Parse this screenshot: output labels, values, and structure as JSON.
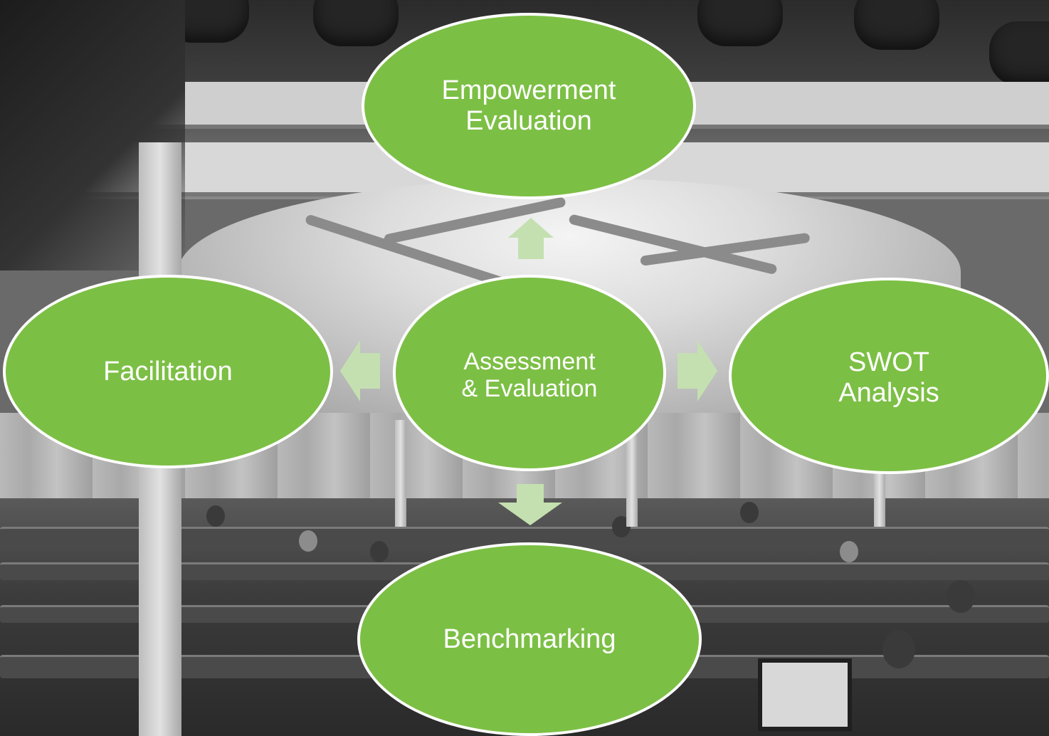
{
  "diagram": {
    "colors": {
      "node_fill": "#7cbf45",
      "node_border": "#ffffff",
      "node_text": "#ffffff",
      "arrow_fill": "#c4e0b0"
    },
    "nodes": {
      "center": "Assessment\n& Evaluation",
      "top": "Empowerment\nEvaluation",
      "left": "Facilitation",
      "right": "SWOT\nAnalysis",
      "bottom": "Benchmarking"
    },
    "edges": [
      {
        "from": "center",
        "to": "top",
        "direction": "up"
      },
      {
        "from": "center",
        "to": "left",
        "direction": "left"
      },
      {
        "from": "center",
        "to": "right",
        "direction": "right"
      },
      {
        "from": "center",
        "to": "bottom",
        "direction": "down"
      }
    ]
  }
}
